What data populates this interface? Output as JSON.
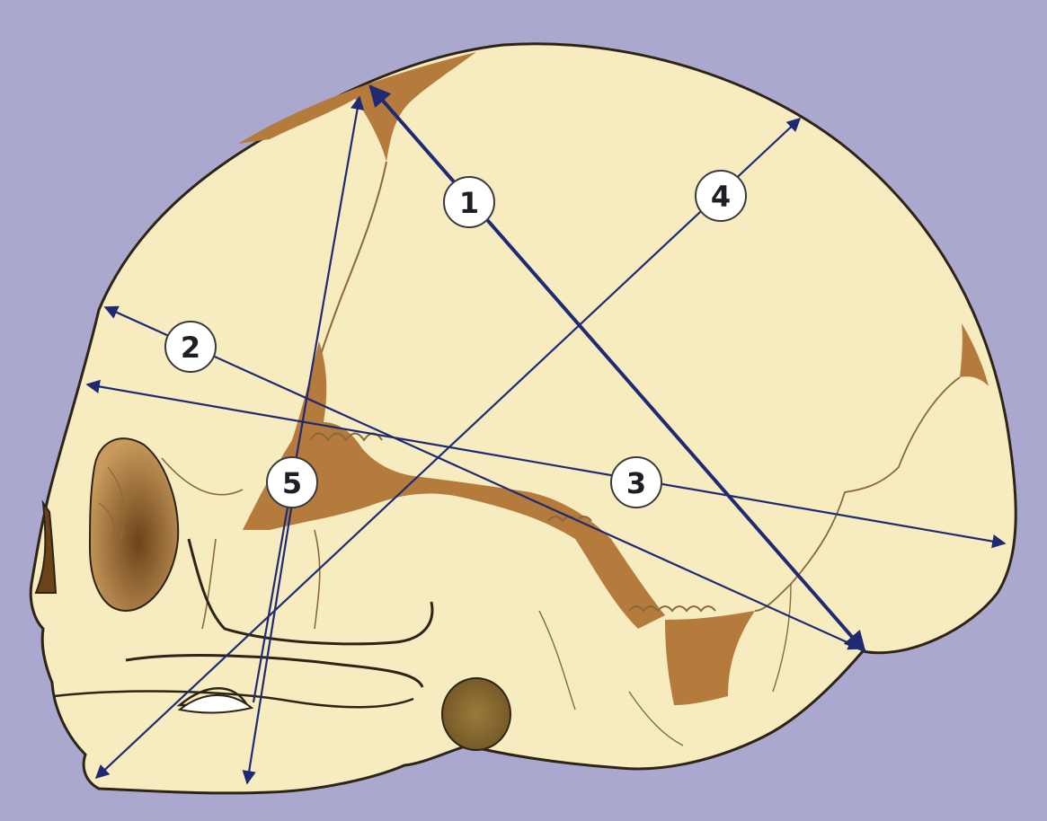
{
  "colors": {
    "background": "#aaa8cf",
    "bone": "#f6ecbf",
    "fontanelle": "#b47b3c",
    "suture": "#8a6a3a",
    "outline": "#2e2416",
    "arrow": "#1f2a73",
    "label_fill": "#ffffff",
    "label_stroke": "#3a3a3a"
  },
  "labels": [
    {
      "id": "1",
      "text": "1"
    },
    {
      "id": "2",
      "text": "2"
    },
    {
      "id": "3",
      "text": "3"
    },
    {
      "id": "4",
      "text": "4"
    },
    {
      "id": "5",
      "text": "5"
    }
  ]
}
